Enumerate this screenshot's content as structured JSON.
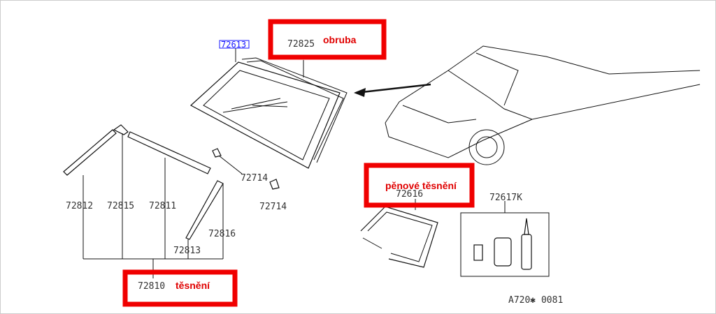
{
  "labels": {
    "windshield_link": "72613",
    "molding": "72825",
    "molding_note": "obruba",
    "clip_a": "72714",
    "clip_b": "72714",
    "seal_left": "72812",
    "seal_top_left": "72815",
    "seal_top": "72811",
    "seal_side": "72816",
    "seal_lower": "72813",
    "seal_set": "72810",
    "seal_note": "těsnění",
    "foam_note": "pěnové těsnění",
    "foam_seal": "72616",
    "adhesive_kit": "72617K",
    "diagram_code": "A720✱ 0081"
  },
  "colors": {
    "highlight": "#f00000",
    "link": "#1a1aff"
  }
}
